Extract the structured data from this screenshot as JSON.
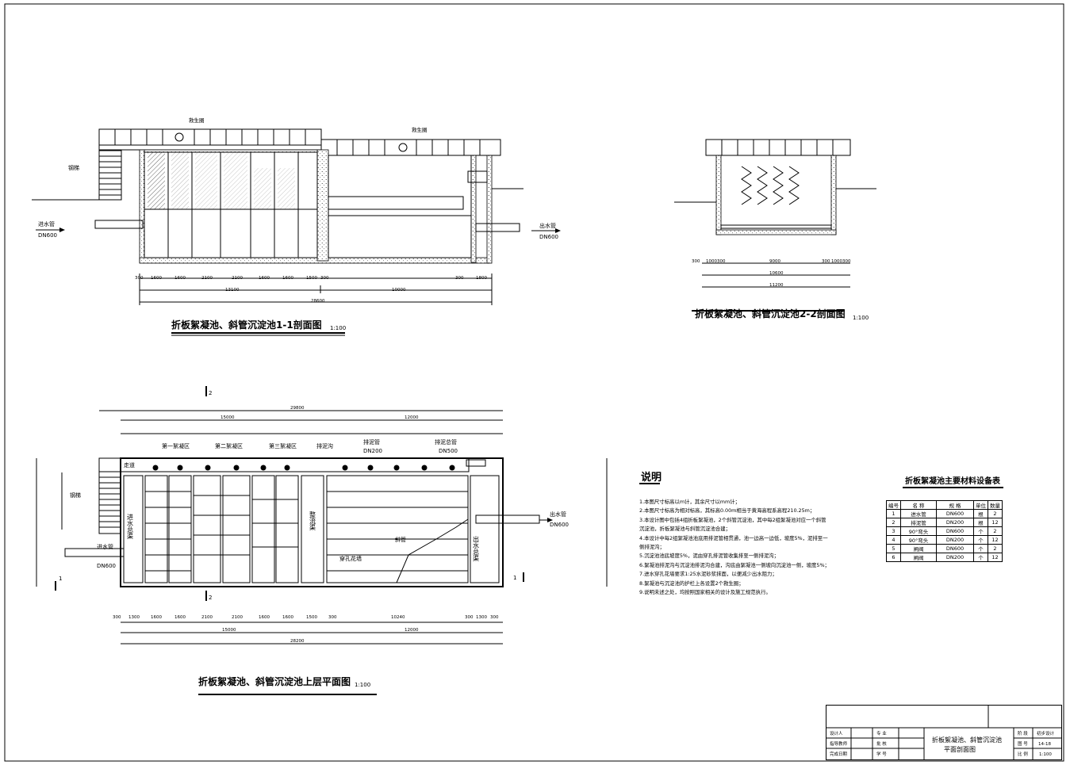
{
  "section_1_1": {
    "title": "折板絮凝池、斜管沉淀池1-1剖面图",
    "scale": "1:100",
    "labels": {
      "ladder": "钢梯",
      "lifebuoy_1": "救生圈",
      "lifebuoy_2": "救生圈",
      "inlet": "进水管",
      "inlet_dn": "DN600",
      "outlet": "出水管",
      "outlet_dn": "DN600"
    },
    "dims_row": [
      "300",
      "1600",
      "1600",
      "2100",
      "2100",
      "1600",
      "1600",
      "1500",
      "300",
      "300",
      "1800"
    ],
    "dim_13100": "13100",
    "dim_10000": "10000",
    "dim_total": "28600"
  },
  "section_2_2": {
    "title": "折板絮凝池、斜管沉淀池2-2剖面图",
    "scale": "1:100",
    "dims_row": [
      "300",
      "1000",
      "300",
      "9000",
      "300",
      "1000",
      "300"
    ],
    "dim_inner": "10600",
    "dim_total": "11200"
  },
  "plan": {
    "title": "折板絮凝池、斜管沉淀池上层平面图",
    "scale": "1:100",
    "labels": {
      "walkway": "走道",
      "zone1": "第一絮凝区",
      "zone2": "第二絮凝区",
      "zone3": "第三絮凝区",
      "sludge_ditch": "排泥沟",
      "sludge_pipe": "排泥管",
      "sludge_pipe_dn": "DN200",
      "sludge_main": "排泥总管",
      "sludge_main_dn": "DN500",
      "ladder": "钢梯",
      "inlet_channel": "进水总渠",
      "flow_channel": "整流渠",
      "outlet_channel": "出水总渠",
      "inlet": "进水管",
      "inlet_dn": "DN600",
      "outlet": "出水管",
      "outlet_dn": "DN600",
      "tubes": "斜管",
      "perforated_wall": "穿孔花墙",
      "sec_mark": "1",
      "sec_mark2": "2"
    },
    "dim_top_total": "29800",
    "dim_top_left": "15000",
    "dim_top_right": "12000",
    "dim_bottom_left": "15000",
    "dim_bottom_right": "12000",
    "dim_bottom_total": "28200",
    "dims_row": [
      "300",
      "1300",
      "1600",
      "1600",
      "2100",
      "2100",
      "1600",
      "1600",
      "1500",
      "300",
      "10240",
      "300",
      "1300",
      "300"
    ]
  },
  "notes": {
    "title": "说明",
    "items": [
      "1.本图尺寸标高以m计，其余尺寸以mm计；",
      "2.本图尺寸标高为相对标高，其标高0.00m相当于黄海高程系高程210.25m；",
      "3.本设计图中包括4组折板絮凝池，2个斜管沉淀池，其中每2组絮凝池对应一个斜管",
      "沉淀池，折板絮凝池与斜管沉淀池合建；",
      "4.本设计中每2组絮凝池池底用排泥管相贯通，池一边高一边低，坡度5%，泥排至一",
      "侧排泥沟；",
      "5.沉淀池池底坡度5%，泥由穿孔排泥管收集排至一侧排泥沟；",
      "6.絮凝池排泥沟与沉淀池排泥沟合建，沟底由絮凝池一侧坡向沉淀池一侧，坡度5%；",
      "7.进水穿孔花墙要求1:25水泥砂浆抹面，以便减少出水阻力；",
      "8.絮凝池与沉淀池的护栏上各设置2个救生圈；",
      "9.说明未述之处，均按照国家相关的设计及施工规范执行。"
    ]
  },
  "materials": {
    "title": "折板絮凝池主要材料设备表",
    "headers": [
      "编号",
      "名  称",
      "规  格",
      "单位",
      "数量"
    ],
    "rows": [
      [
        "1",
        "进水管",
        "DN600",
        "根",
        "2"
      ],
      [
        "2",
        "排泥管",
        "DN200",
        "根",
        "12"
      ],
      [
        "3",
        "90°弯头",
        "DN600",
        "个",
        "2"
      ],
      [
        "4",
        "90°弯头",
        "DN200",
        "个",
        "12"
      ],
      [
        "5",
        "闸阀",
        "DN600",
        "个",
        "2"
      ],
      [
        "6",
        "闸阀",
        "DN200",
        "个",
        "12"
      ]
    ]
  },
  "title_block": {
    "r1c1": "设计人",
    "r1c2": "专 业",
    "r2c1": "指导教师",
    "r2c2": "批 核",
    "r3c1": "完成日期",
    "r3c2": "学 号",
    "drawing_name_1": "折板絮凝池、斜管沉淀池",
    "drawing_name_2": "平面剖面图",
    "k1": "阶 段",
    "v1": "初步设计",
    "k2": "图 号",
    "v2": "14-18",
    "k3": "比 例",
    "v3": "1:100"
  }
}
